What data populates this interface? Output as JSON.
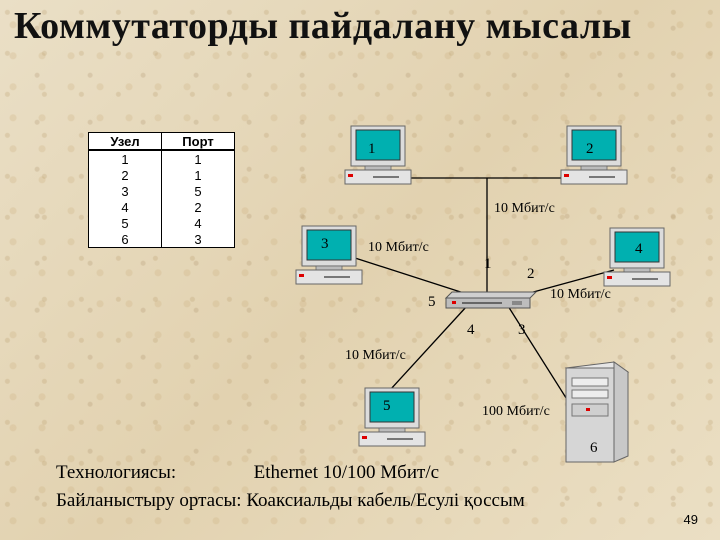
{
  "title": "Коммутаторды пайдалану мысалы",
  "table": {
    "headers": [
      "Узел",
      "Порт"
    ],
    "rows": [
      [
        "1",
        "1"
      ],
      [
        "2",
        "1"
      ],
      [
        "3",
        "5"
      ],
      [
        "4",
        "2"
      ],
      [
        "5",
        "4"
      ],
      [
        "6",
        "3"
      ]
    ]
  },
  "nodes": {
    "pc1": "1",
    "pc2": "2",
    "pc3": "3",
    "pc4": "4",
    "pc5": "5",
    "server6": "6"
  },
  "ports": {
    "p1": "1",
    "p2": "2",
    "p3": "3",
    "p4": "4",
    "p5": "5"
  },
  "speeds": {
    "top": "10 Мбит/с",
    "left": "10 Мбит/с",
    "right": "10 Мбит/с",
    "lower_left": "10 Мбит/с",
    "server": "100 Мбит/с"
  },
  "technology_label": "Технологиясы:",
  "technology_value": "Ethernet 10/100 Мбит/с",
  "medium_label": "Байланыстыру ортасы:",
  "medium_value": "Коаксиальды кабель/Есулі қоссым",
  "page_number": "49"
}
